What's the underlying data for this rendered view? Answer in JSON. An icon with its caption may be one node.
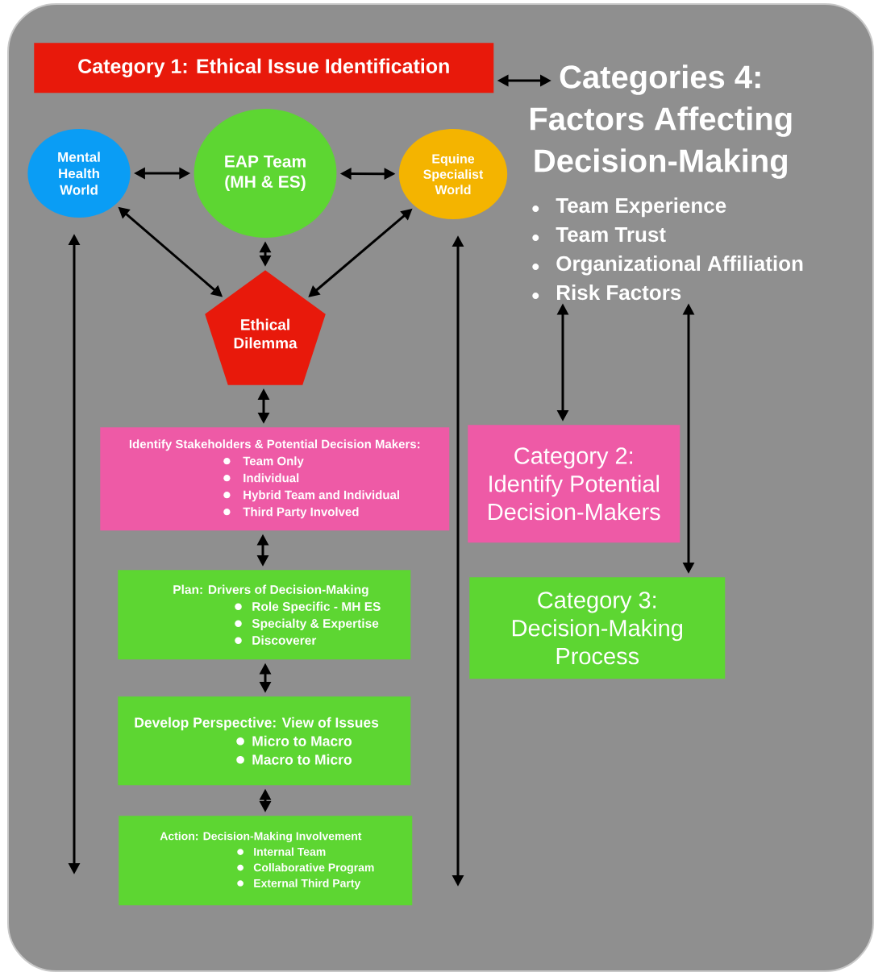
{
  "diagram": {
    "nodes": [
      {
        "text": [
          "Category 1: Ethical Issue Identification"
        ]
      },
      {
        "text": [
          "Categories 4: Factors Affecting Decision-Making",
          "Team Experience",
          "Team Trust",
          "Organizational Affiliation",
          "Risk Factors"
        ]
      },
      {
        "text": [
          "Mental Health World"
        ]
      },
      {
        "text": [
          "EAP Team (MH & ES)"
        ]
      },
      {
        "text": [
          "Equine Specialist World"
        ]
      },
      {
        "text": [
          "Ethical Dilemma"
        ]
      },
      {
        "text": [
          "Identify Stakeholders & Potential Decision Makers:",
          "Team Only",
          "Individual",
          "Hybrid Team and Individual",
          "Third Party Involved"
        ]
      },
      {
        "text": [
          "Plan: Drivers of Decision-Making",
          "Role Specific  - MH ES",
          "Specialty & Expertise",
          "Discoverer"
        ]
      },
      {
        "text": [
          "Develop Perspective: View of Issues",
          "Micro to Macro",
          "Macro to Micro"
        ]
      },
      {
        "text": [
          "Action: Decision-Making Involvement",
          "Internal Team",
          "Collaborative Program",
          "External Third Party"
        ]
      },
      {
        "text": [
          "Category 2: Identify Potential Decision-Makers"
        ]
      },
      {
        "text": [
          "Category 3: Decision-Making Process"
        ]
      }
    ],
    "edges": [
      {
        "from": 0,
        "to": 1,
        "arrow": "both"
      },
      {
        "from": 2,
        "to": 3,
        "arrow": "both"
      },
      {
        "from": 3,
        "to": 4,
        "arrow": "both"
      },
      {
        "from": 2,
        "to": 5,
        "arrow": "both"
      },
      {
        "from": 3,
        "to": 5,
        "arrow": "both"
      },
      {
        "from": 4,
        "to": 5,
        "arrow": "both"
      },
      {
        "from": 5,
        "to": 6,
        "arrow": "both"
      },
      {
        "from": 6,
        "to": 7,
        "arrow": "both"
      },
      {
        "from": 7,
        "to": 8,
        "arrow": "both"
      },
      {
        "from": 8,
        "to": 9,
        "arrow": "both"
      },
      {
        "from": 1,
        "to": 10,
        "arrow": "both"
      },
      {
        "from": 1,
        "to": 11,
        "arrow": "both"
      }
    ]
  }
}
